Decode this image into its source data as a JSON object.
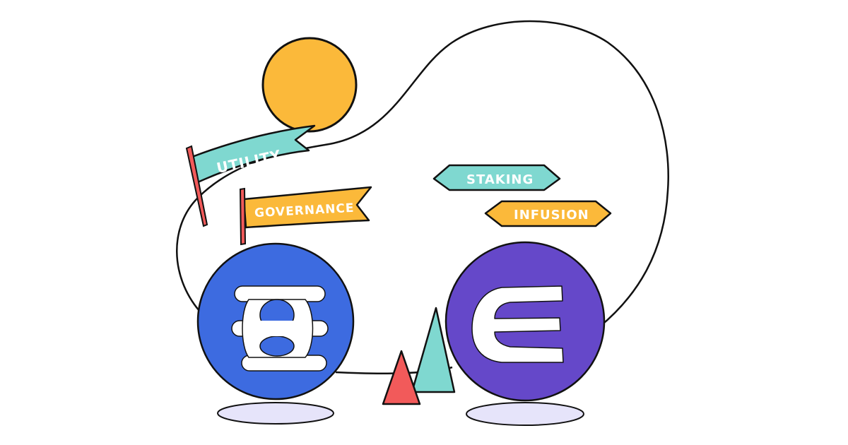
{
  "illustration": {
    "background": "#ffffff",
    "stroke_color": "#111111",
    "flags": [
      {
        "id": "utility",
        "label": "UTILITY",
        "color": "#7fd8d0",
        "pole_color": "#f25a5a"
      },
      {
        "id": "governance",
        "label": "GOVERNANCE",
        "color": "#fbb93a",
        "pole_color": "#f25a5a"
      }
    ],
    "signs": [
      {
        "id": "staking",
        "label": "STAKING",
        "color": "#7fd8d0"
      },
      {
        "id": "infusion",
        "label": "INFUSION",
        "color": "#fbb93a"
      }
    ],
    "coins": [
      {
        "id": "efinity",
        "symbol": "efinity-logo",
        "color": "#3d6be0",
        "shadow_color": "#e6e4fa"
      },
      {
        "id": "enjin",
        "symbol": "enjin-logo",
        "color": "#6548c9",
        "shadow_color": "#e6e4fa"
      }
    ],
    "sun": {
      "color": "#fbb93a"
    },
    "triangles": [
      {
        "id": "red-triangle",
        "color": "#f25a5a"
      },
      {
        "id": "teal-triangle",
        "color": "#7fd8d0"
      }
    ]
  }
}
